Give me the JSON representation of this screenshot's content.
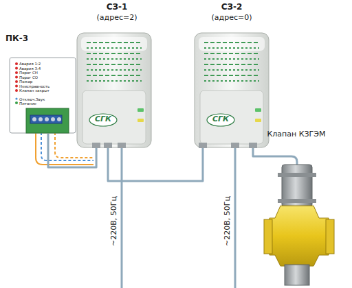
{
  "diagram": {
    "nodes": [
      {
        "text": [
          "ПК-3",
          "Авария 1:2",
          "Авария 3:4",
          "Порог СН",
          "Порог СО",
          "Пожар",
          "Неисправность",
          "Клапан закрыт",
          "Отключ.Звук",
          "Питание"
        ]
      },
      {
        "text": [
          "СЗ-1",
          "(адрес=2)",
          "СГК"
        ]
      },
      {
        "text": [
          "СЗ-2",
          "(адрес=0)",
          "СГК"
        ]
      },
      {
        "text": [
          "Клапан КЗГЭМ"
        ]
      }
    ],
    "edges": [
      {
        "from": 0,
        "to": 1,
        "arrow": "none"
      },
      {
        "from": 1,
        "to": 2,
        "arrow": "none"
      },
      {
        "from": 2,
        "to": 3,
        "arrow": "none"
      }
    ],
    "labels": [
      "~220В, 50Гц",
      "~220В, 50Гц"
    ]
  }
}
